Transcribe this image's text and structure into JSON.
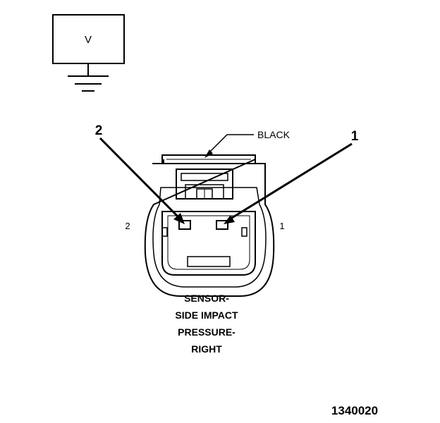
{
  "meter": {
    "label": "V"
  },
  "connector": {
    "color_label": "BLACK",
    "callouts": [
      "2",
      "1"
    ],
    "pin_labels": {
      "left": "2",
      "right": "1"
    }
  },
  "title_lines": [
    "SENSOR-",
    "SIDE IMPACT",
    "PRESSURE-",
    "RIGHT"
  ],
  "figure_number": "1340020"
}
